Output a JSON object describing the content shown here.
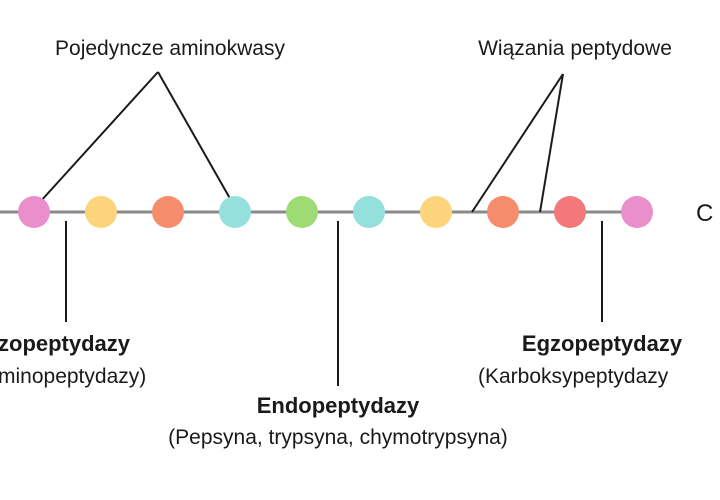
{
  "labels": {
    "single_amino_acids": "Pojedyncze aminokwasy",
    "peptide_bonds": "Wiązania peptydowe",
    "c_terminus": "C",
    "egzo_left_title": "zopeptydazy",
    "egzo_left_sub": "minopeptydazy)",
    "endo_title": "Endopeptydazy",
    "endo_sub": "(Pepsyna, trypsyna, chymotrypsyna)",
    "egzo_right_title": "Egzopeptydazy",
    "egzo_right_sub": "(Karboksypeptydazy"
  },
  "amino_acid_colors": [
    "#ea8fcb",
    "#fbd47c",
    "#f78c6c",
    "#94e0dc",
    "#9edb75",
    "#94e0dc",
    "#fbd47c",
    "#f78c6c",
    "#f3787a",
    "#ea8fcb"
  ]
}
